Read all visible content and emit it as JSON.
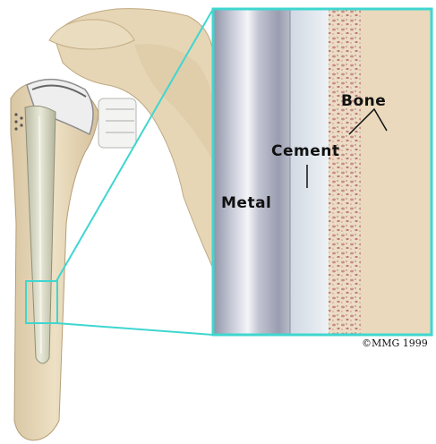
{
  "labels": {
    "metal": "Metal",
    "cement": "Cement",
    "bone": "Bone"
  },
  "copyright": "©MMG 1999",
  "colors": {
    "callout_border": "#3fd6d0",
    "bone": "#e8d9bd",
    "metal": "#b9bccb",
    "cement": "#dfe6ee"
  }
}
